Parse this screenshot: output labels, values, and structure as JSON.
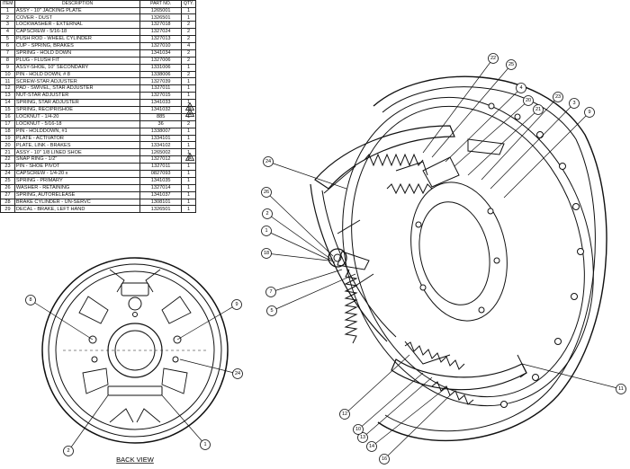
{
  "table": {
    "headers": [
      "ITEM",
      "DESCRIPTION",
      "PART NO.",
      "QTY."
    ],
    "rows": [
      {
        "n": "1",
        "desc": "ASSY - 10\" JACKING PLATE",
        "part": "1265001",
        "qty": "1"
      },
      {
        "n": "2",
        "desc": "COVER - DUST",
        "part": "1326501",
        "qty": "1"
      },
      {
        "n": "3",
        "desc": "LOCKWASHER - EXTERNAL",
        "part": "1327018",
        "qty": "2"
      },
      {
        "n": "4",
        "desc": "CAPSCREW - 5/16-18",
        "part": "1327024",
        "qty": "2"
      },
      {
        "n": "5",
        "desc": "PUSH ROD - WHEEL CYLINDER",
        "part": "1327013",
        "qty": "2"
      },
      {
        "n": "6",
        "desc": "CUP - SPRING, BRAKES",
        "part": "1327010",
        "qty": "4"
      },
      {
        "n": "7",
        "desc": "SPRING - HOLD DOWN",
        "part": "1341034",
        "qty": "2"
      },
      {
        "n": "8",
        "desc": "PLUG - FLUSH FIT",
        "part": "1327006",
        "qty": "2"
      },
      {
        "n": "9",
        "desc": "ASSY-SHOE, 10\" SECONDARY",
        "part": "1331006",
        "qty": "1"
      },
      {
        "n": "10",
        "desc": "PIN - HOLD DOWN, # 8",
        "part": "1338006",
        "qty": "2"
      },
      {
        "n": "11",
        "desc": "SCREW-STAR ADJUSTER",
        "part": "1327039",
        "qty": "1"
      },
      {
        "n": "12",
        "desc": "PAD - SWIVEL, STAR ADJUSTER",
        "part": "1327011",
        "qty": "1"
      },
      {
        "n": "13",
        "desc": "NUT-STAR ADJUSTER",
        "part": "1327015",
        "qty": "1"
      },
      {
        "n": "14",
        "desc": "SPRING, STAR ADJUSTER",
        "part": "1341033",
        "qty": "1"
      },
      {
        "n": "15",
        "desc": "SPRING, RECIPRISHOE",
        "part": "1341032",
        "qty": "1"
      },
      {
        "n": "16",
        "desc": "LOCKNUT - 1/4-20",
        "part": "885",
        "qty": "1"
      },
      {
        "n": "17",
        "desc": "LOCKNUT - 5/16-18",
        "part": "36",
        "qty": "2"
      },
      {
        "n": "18",
        "desc": "PIN - HOLDDOWN, #1",
        "part": "1338007",
        "qty": "1"
      },
      {
        "n": "19",
        "desc": "PLATE - ACTIVATOR",
        "part": "1334101",
        "qty": "1"
      },
      {
        "n": "20",
        "desc": "PLATE, LINK - BRAKES",
        "part": "1334102",
        "qty": "1"
      },
      {
        "n": "21",
        "desc": "ASSY - 10\" 1/8 LINED SHOE",
        "part": "1265002",
        "qty": "1"
      },
      {
        "n": "22",
        "desc": "SNAP RING - 1/2\"",
        "part": "1327012",
        "qty": "1"
      },
      {
        "n": "23",
        "desc": "PIN - SHOE PIVOT",
        "part": "1327011",
        "qty": "1"
      },
      {
        "n": "24",
        "desc": "CAPSCREW - 1/4-20 x",
        "part": "0827093",
        "qty": "1"
      },
      {
        "n": "25",
        "desc": "SPRING - PRIMARY",
        "part": "1341035",
        "qty": "1"
      },
      {
        "n": "26",
        "desc": "WASHER - RETAINING",
        "part": "1327014",
        "qty": "1"
      },
      {
        "n": "27",
        "desc": "SPRING, AUTORELEASE",
        "part": "1341037",
        "qty": "1"
      },
      {
        "n": "28",
        "desc": "BRAKE CYLINDER - UN-SERVC",
        "part": "1308101",
        "qty": "1"
      },
      {
        "n": "29",
        "desc": "DECAL - BRAKE, LEFT HAND",
        "part": "1326501",
        "qty": "1"
      }
    ]
  },
  "notes": {
    "mark": "A",
    "rows": [
      16,
      17,
      24
    ]
  },
  "back_view_caption": "BACK VIEW",
  "callouts": {
    "main": [
      "22",
      "25",
      "4",
      "20",
      "21",
      "23",
      "3",
      "9",
      "24",
      "26",
      "2",
      "1",
      "18",
      "7",
      "5",
      "11",
      "12",
      "13",
      "14",
      "16",
      "10"
    ],
    "back": [
      "8",
      "9",
      "24",
      "2",
      "1"
    ]
  }
}
